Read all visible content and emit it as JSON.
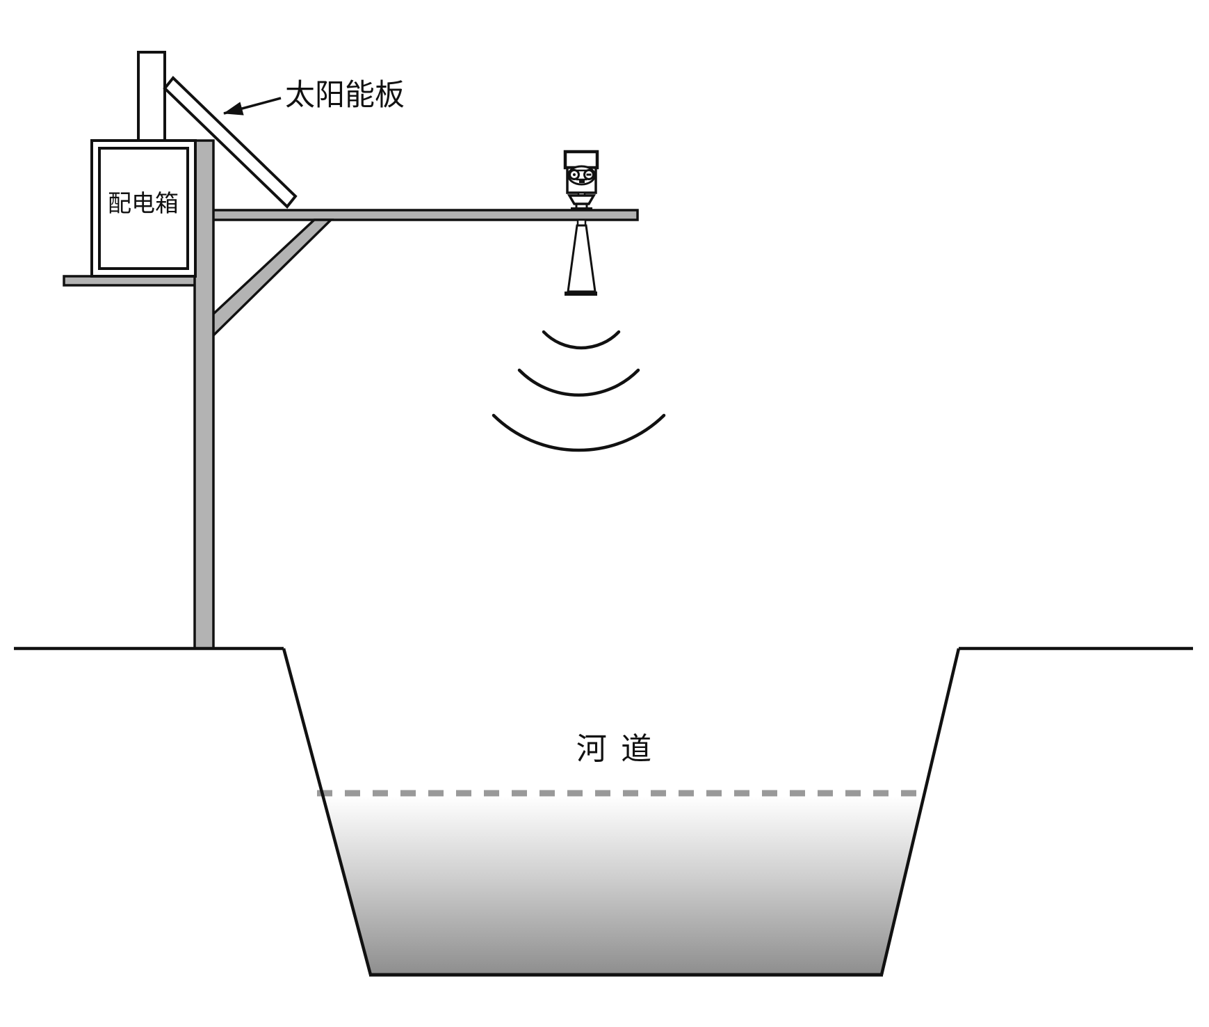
{
  "diagram": {
    "type": "installation-schematic",
    "labels": {
      "solar_panel": "太阳能板",
      "power_distribution_box": "配电箱",
      "river_channel": "河 道"
    },
    "colors": {
      "line": "#111111",
      "metal_gray": "#b3b3b3",
      "water_level_dash": "#999999",
      "water_gradient_top": "#ffffff",
      "water_gradient_bottom": "#8e8e8e",
      "background": "#ffffff"
    }
  }
}
